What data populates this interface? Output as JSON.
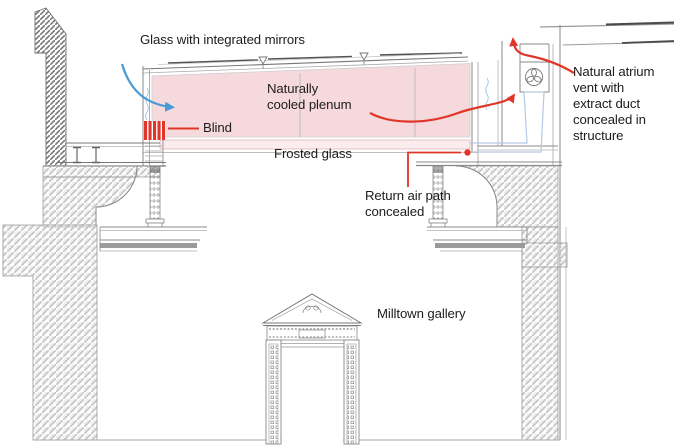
{
  "diagram": {
    "labels": {
      "glass_mirrors": "Glass with integrated mirrors",
      "plenum": "Naturally\ncooled plenum",
      "blind": "Blind",
      "frosted_glass": "Frosted glass",
      "return_air": "Return air path\nconcealed",
      "atrium_vent": "Natural atrium\nvent with\nextract duct\nconcealed in\nstructure",
      "gallery": "Milltown gallery"
    },
    "icons": {
      "fan": "extract-fan-icon",
      "inflow_arrow": "fresh-air-inflow-arrow",
      "extract_arrow": "extract-air-arrow",
      "roof_joint_marker": "glazing-joint-marker"
    },
    "colors": {
      "plenum_fill": "#f6d9dc",
      "frosted_fill": "#fbecee",
      "annotation_red": "#e23529",
      "airflow_blue": "#4a9bd5",
      "duct_blue": "#b6c8e4",
      "structure_gray": "#8a8a8a",
      "text": "#1c1c1c",
      "background": "#ffffff"
    }
  }
}
